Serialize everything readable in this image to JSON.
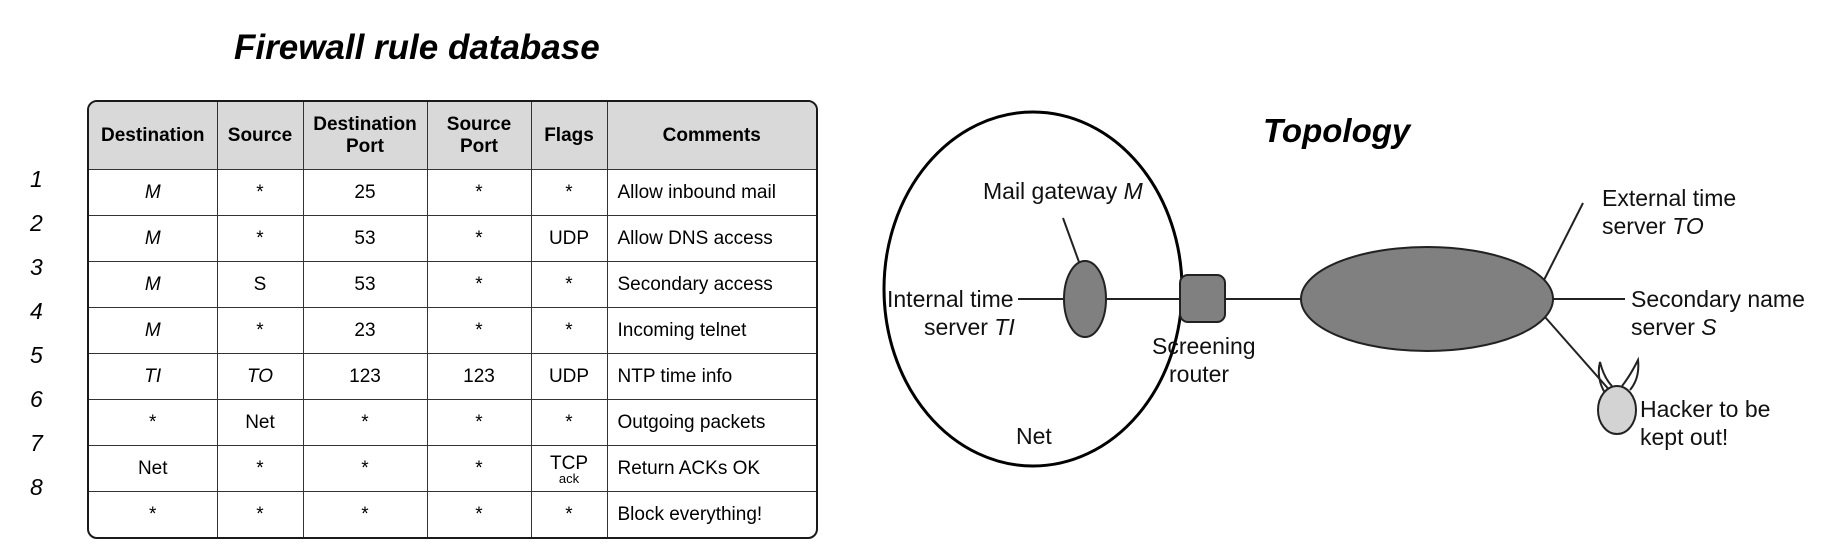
{
  "firewall": {
    "title": "Firewall rule database",
    "headers": [
      "Destination",
      "Source",
      "Destination Port",
      "Source Port",
      "Flags",
      "Comments"
    ],
    "rows": [
      {
        "num": "1",
        "dest": "M",
        "src": "*",
        "dport": "25",
        "sport": "*",
        "flags": "*",
        "flags_sub": "",
        "comment": "Allow inbound mail"
      },
      {
        "num": "2",
        "dest": "M",
        "src": "*",
        "dport": "53",
        "sport": "*",
        "flags": "UDP",
        "flags_sub": "",
        "comment": "Allow DNS access"
      },
      {
        "num": "3",
        "dest": "M",
        "src": "S",
        "dport": "53",
        "sport": "*",
        "flags": "*",
        "flags_sub": "",
        "comment": "Secondary access"
      },
      {
        "num": "4",
        "dest": "M",
        "src": "*",
        "dport": "23",
        "sport": "*",
        "flags": "*",
        "flags_sub": "",
        "comment": "Incoming telnet"
      },
      {
        "num": "5",
        "dest": "TI",
        "src": "TO",
        "dport": "123",
        "sport": "123",
        "flags": "UDP",
        "flags_sub": "",
        "comment": "NTP time info"
      },
      {
        "num": "6",
        "dest": "*",
        "src": "Net",
        "dport": "*",
        "sport": "*",
        "flags": "*",
        "flags_sub": "",
        "comment": "Outgoing packets"
      },
      {
        "num": "7",
        "dest": "Net",
        "src": "*",
        "dport": "*",
        "sport": "*",
        "flags": "TCP",
        "flags_sub": "ack",
        "comment": "Return ACKs OK"
      },
      {
        "num": "8",
        "dest": "*",
        "src": "*",
        "dport": "*",
        "sport": "*",
        "flags": "*",
        "flags_sub": "",
        "comment": "Block everything!"
      }
    ]
  },
  "topology": {
    "title": "Topology",
    "mail_gateway": {
      "text": "Mail gateway ",
      "var": "M"
    },
    "internal_time_line1": "Internal time",
    "internal_time_line2": {
      "text": "server ",
      "var": "TI"
    },
    "screening_router_line1": "Screening",
    "screening_router_line2": "router",
    "net": "Net",
    "external_time_line1": "External time",
    "external_time_line2": {
      "text": "server ",
      "var": "TO"
    },
    "secondary_line1": "Secondary name",
    "secondary_line2": {
      "text": "server ",
      "var": "S"
    },
    "hacker_line1": "Hacker to be",
    "hacker_line2": "kept out!",
    "colors": {
      "node_fill": "#808080",
      "hacker_fill": "#d3d3d3",
      "header_fill": "#d9d9d9"
    }
  }
}
